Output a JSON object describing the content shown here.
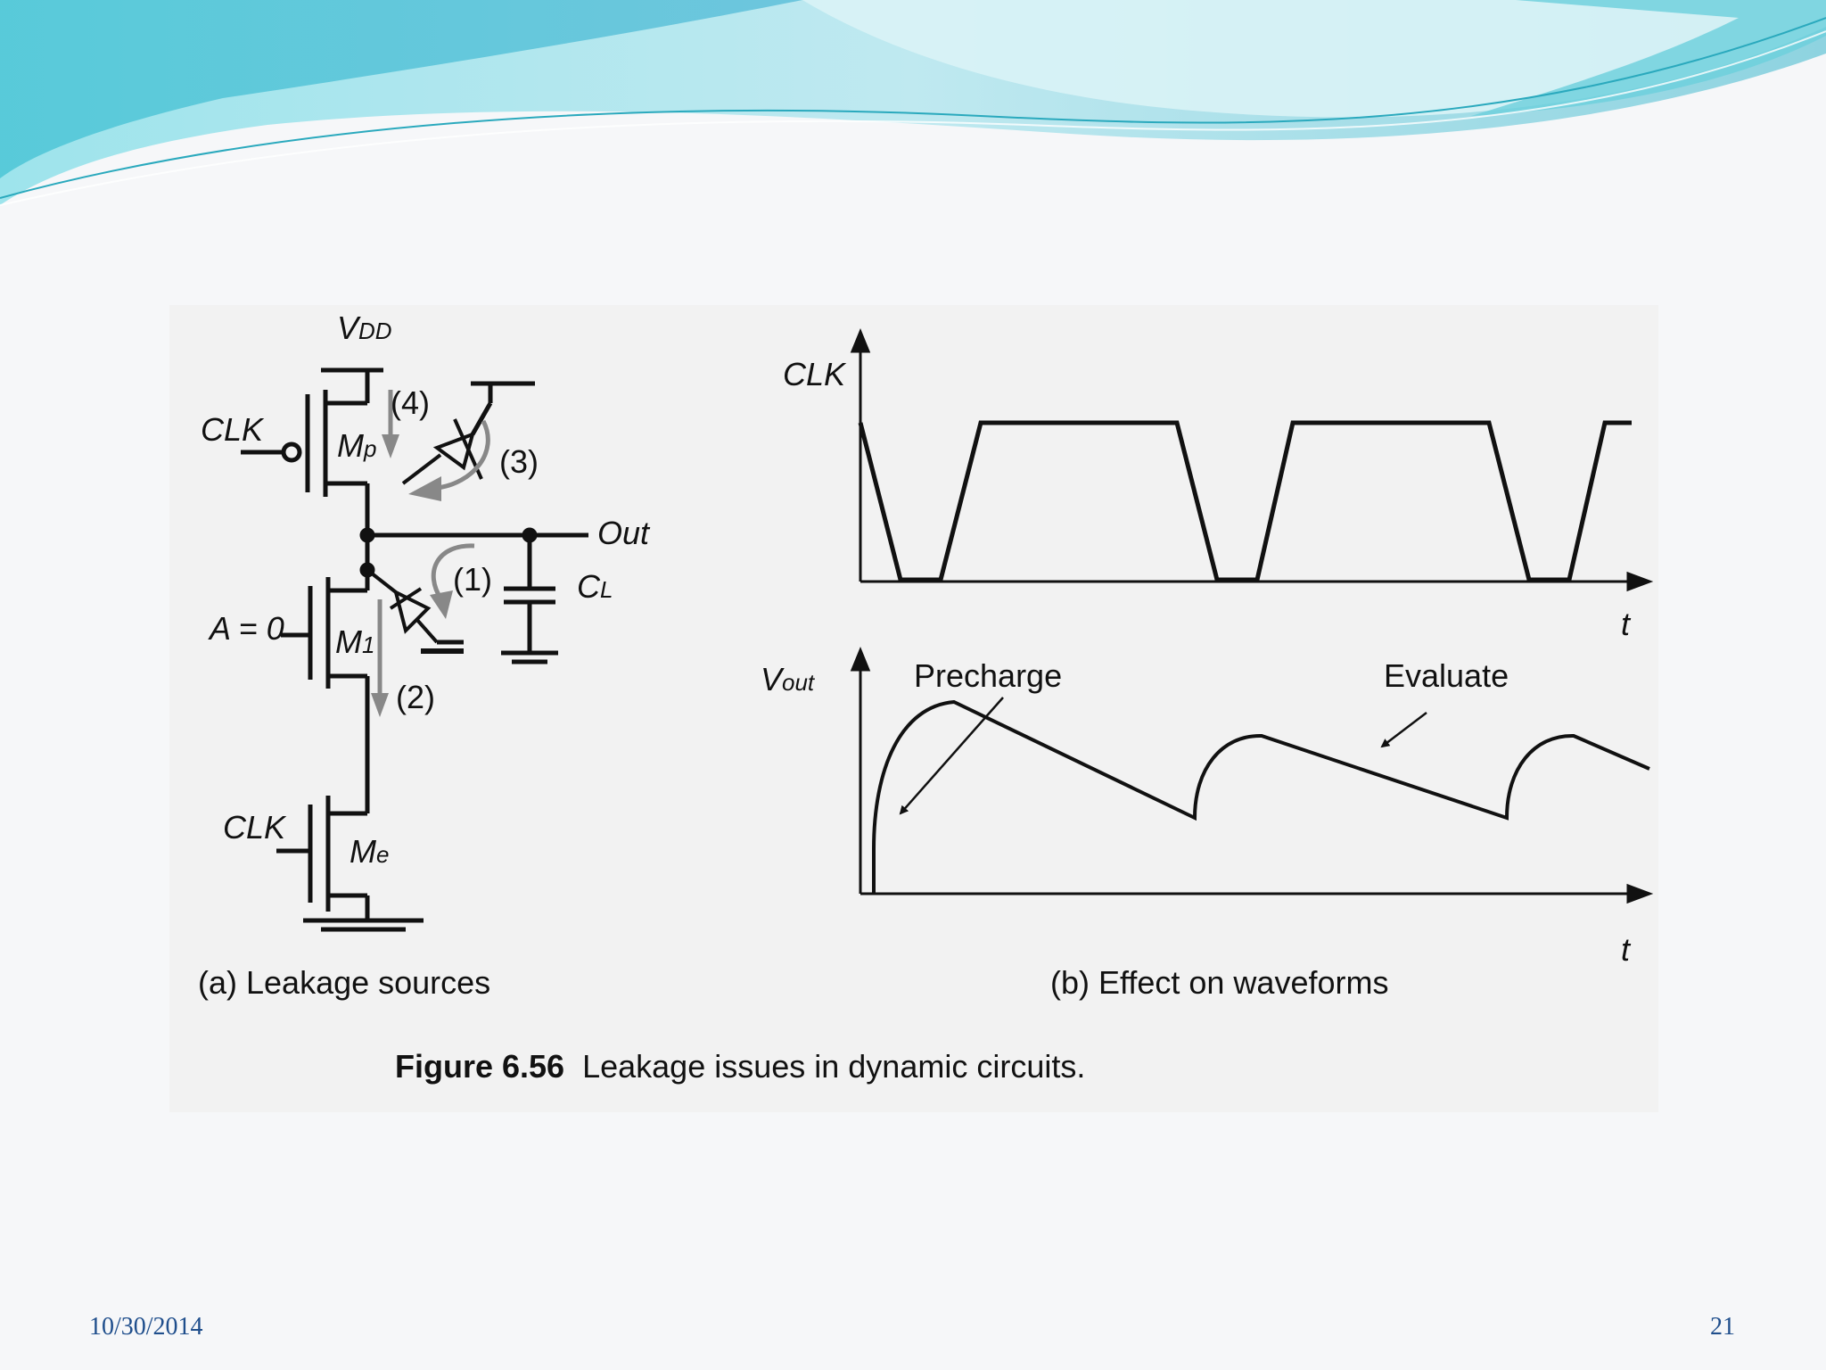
{
  "diagram_a": {
    "vdd": "V",
    "vdd_sub": "DD",
    "clk_top": "CLK",
    "mp": "M",
    "mp_sub": "p",
    "leak4": "(4)",
    "leak3": "(3)",
    "out": "Out",
    "leak1": "(1)",
    "cl": "C",
    "cl_sub": "L",
    "a_input": "A = 0",
    "m1": "M",
    "m1_sub": "1",
    "leak2": "(2)",
    "clk_bottom": "CLK",
    "me": "M",
    "me_sub": "e",
    "caption": "(a) Leakage sources"
  },
  "diagram_b": {
    "clk_axis": "CLK",
    "t_axis_top": "t",
    "vout": "V",
    "vout_sub": "out",
    "precharge": "Precharge",
    "evaluate": "Evaluate",
    "t_axis_bottom": "t",
    "caption": "(b) Effect on waveforms"
  },
  "figure_caption": {
    "number": "Figure 6.56",
    "text": "Leakage issues in dynamic circuits."
  },
  "footer": {
    "date": "10/30/2014",
    "page": "21"
  },
  "colors": {
    "wave_light": "#c6eef2",
    "wave_mid": "#7dd3de",
    "wave_dark": "#2fb9c9",
    "footer_text": "#1f4e8c",
    "leak_arrow": "#888888"
  }
}
